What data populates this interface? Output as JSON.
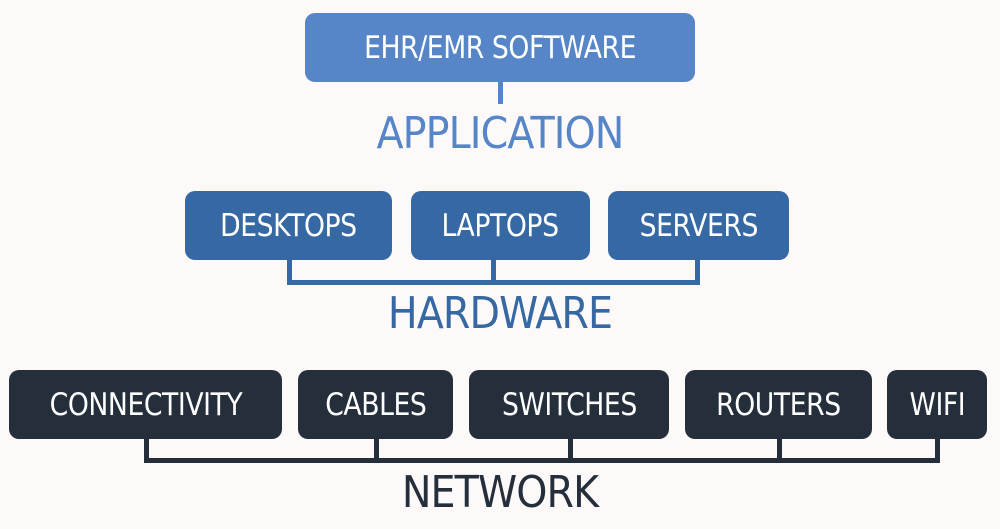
{
  "colors": {
    "application": "#5686c8",
    "hardware": "#3668a3",
    "network": "#252f3c",
    "background": "#fcf9f8"
  },
  "layers": {
    "application": {
      "label": "APPLICATION",
      "items": [
        "EHR/EMR SOFTWARE"
      ]
    },
    "hardware": {
      "label": "HARDWARE",
      "items": [
        "DESKTOPS",
        "LAPTOPS",
        "SERVERS"
      ]
    },
    "network": {
      "label": "NETWORK",
      "items": [
        "CONNECTIVITY",
        "CABLES",
        "SWITCHES",
        "ROUTERS",
        "WIFI"
      ]
    }
  }
}
